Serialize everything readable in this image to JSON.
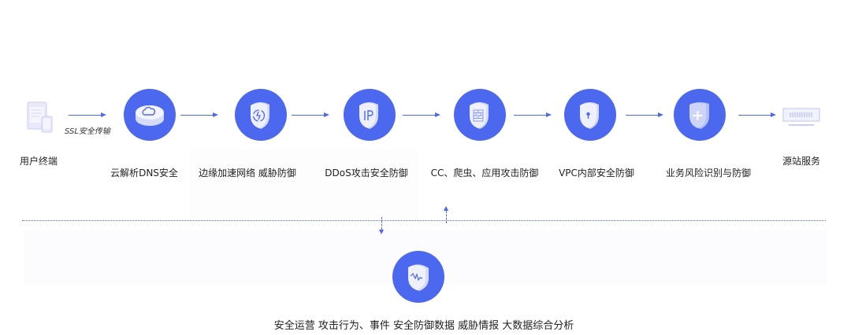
{
  "colors": {
    "accent": "#4c68ee",
    "icon_light": "#e6e9fb"
  },
  "flow": {
    "source": {
      "label": "用户终端",
      "icon": "devices-icon"
    },
    "ssl_label": "SSL安全传输",
    "steps": [
      {
        "label": "云解析DNS安全",
        "icon": "cloud-icon"
      },
      {
        "label": "边缘加速网络 威胁防御",
        "icon": "shield-sync-icon"
      },
      {
        "label": "DDoS攻击安全防御",
        "icon": "shield-ip-icon"
      },
      {
        "label": "CC、爬虫、应用攻击防御",
        "icon": "shield-firewall-icon"
      },
      {
        "label": "VPC内部安全防御",
        "icon": "shield-lock-icon"
      },
      {
        "label": "业务风险识别与防御",
        "icon": "shield-plus-icon"
      }
    ],
    "target": {
      "label": "源站服务",
      "icon": "server-icon"
    }
  },
  "operations": {
    "label": "安全运营 攻击行为、事件 安全防御数据 威胁情报 大数据综合分析",
    "icon": "shield-pulse-icon"
  }
}
